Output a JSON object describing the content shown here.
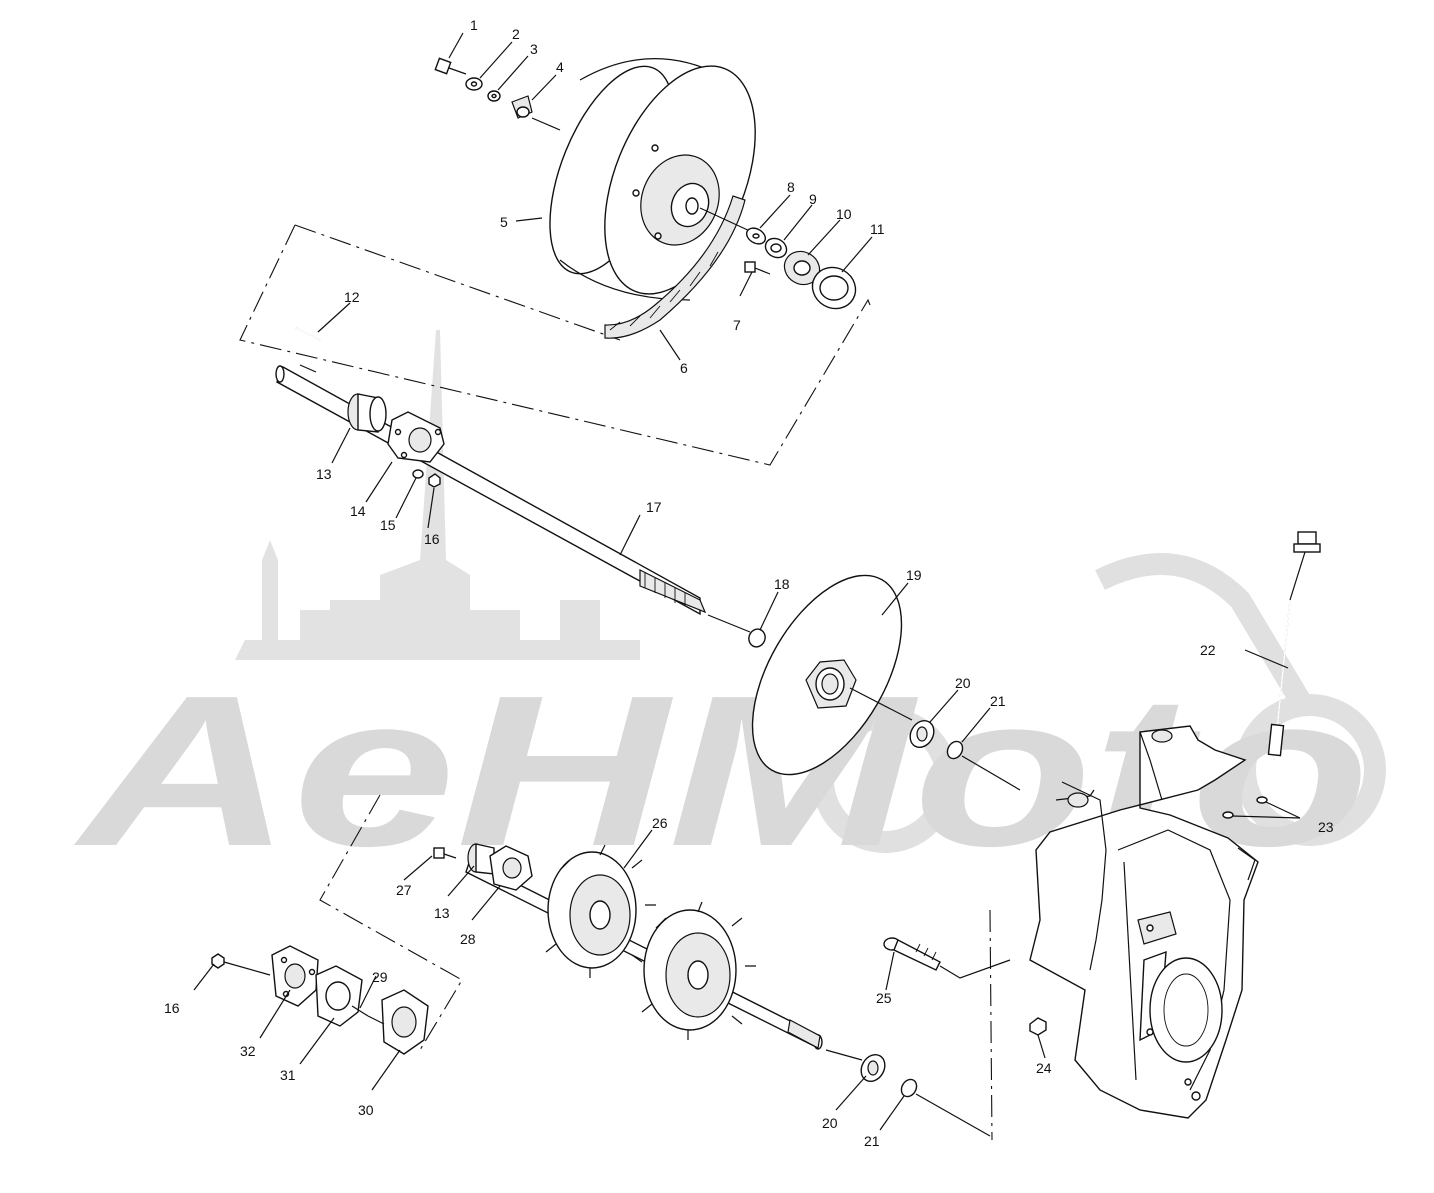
{
  "watermark": {
    "text": "AeHMoto",
    "color": "#d9d9d9"
  },
  "callouts": [
    {
      "id": "c1",
      "label": "1"
    },
    {
      "id": "c2",
      "label": "2"
    },
    {
      "id": "c3",
      "label": "3"
    },
    {
      "id": "c4",
      "label": "4"
    },
    {
      "id": "c5",
      "label": "5"
    },
    {
      "id": "c6",
      "label": "6"
    },
    {
      "id": "c7",
      "label": "7"
    },
    {
      "id": "c8",
      "label": "8"
    },
    {
      "id": "c9",
      "label": "9"
    },
    {
      "id": "c10",
      "label": "10"
    },
    {
      "id": "c11",
      "label": "11"
    },
    {
      "id": "c12",
      "label": "12"
    },
    {
      "id": "c13a",
      "label": "13"
    },
    {
      "id": "c14",
      "label": "14"
    },
    {
      "id": "c15",
      "label": "15"
    },
    {
      "id": "c16a",
      "label": "16"
    },
    {
      "id": "c17",
      "label": "17"
    },
    {
      "id": "c18",
      "label": "18"
    },
    {
      "id": "c19",
      "label": "19"
    },
    {
      "id": "c20a",
      "label": "20"
    },
    {
      "id": "c21a",
      "label": "21"
    },
    {
      "id": "c22",
      "label": "22"
    },
    {
      "id": "c23",
      "label": "23"
    },
    {
      "id": "c24",
      "label": "24"
    },
    {
      "id": "c25",
      "label": "25"
    },
    {
      "id": "c26",
      "label": "26"
    },
    {
      "id": "c27",
      "label": "27"
    },
    {
      "id": "c13b",
      "label": "13"
    },
    {
      "id": "c28",
      "label": "28"
    },
    {
      "id": "c16b",
      "label": "16"
    },
    {
      "id": "c29",
      "label": "29"
    },
    {
      "id": "c32",
      "label": "32"
    },
    {
      "id": "c31",
      "label": "31"
    },
    {
      "id": "c30",
      "label": "30"
    },
    {
      "id": "c20b",
      "label": "20"
    },
    {
      "id": "c21b",
      "label": "21"
    }
  ]
}
